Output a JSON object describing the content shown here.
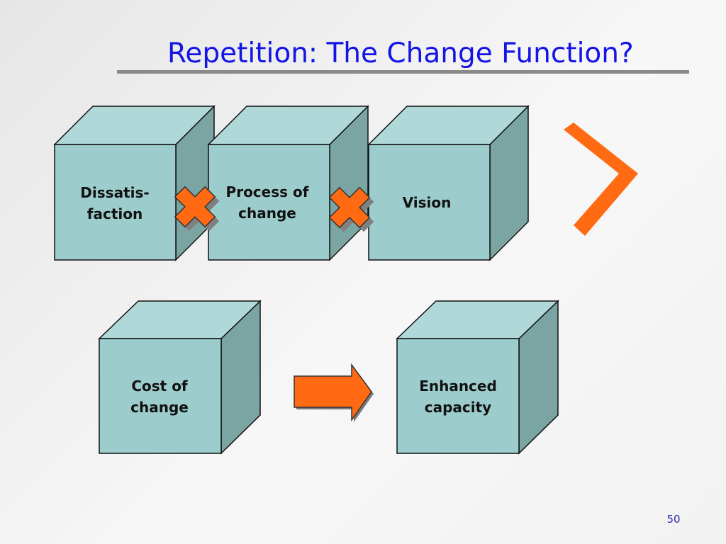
{
  "slide": {
    "title": "Repetition: The Change Function?",
    "page_number": "50"
  },
  "diagram": {
    "equation_terms": [
      {
        "line1": "Dissatis-",
        "line2": "faction"
      },
      {
        "line1": "Process of",
        "line2": "change"
      },
      {
        "line1": "Vision",
        "line2": ""
      }
    ],
    "operator_between_terms": "multiply",
    "comparison_symbol": "greater-than",
    "result_left": {
      "line1": "Cost of",
      "line2": "change"
    },
    "result_right": {
      "line1": "Enhanced",
      "line2": "capacity"
    },
    "result_connector": "arrow-right",
    "colors": {
      "cube_front": "#9dcccc",
      "cube_top": "#b0d8d8",
      "cube_side": "#7aa5a2",
      "operator": "#ff6a13",
      "title": "#1414e6",
      "rule": "#8a8a8a"
    }
  }
}
